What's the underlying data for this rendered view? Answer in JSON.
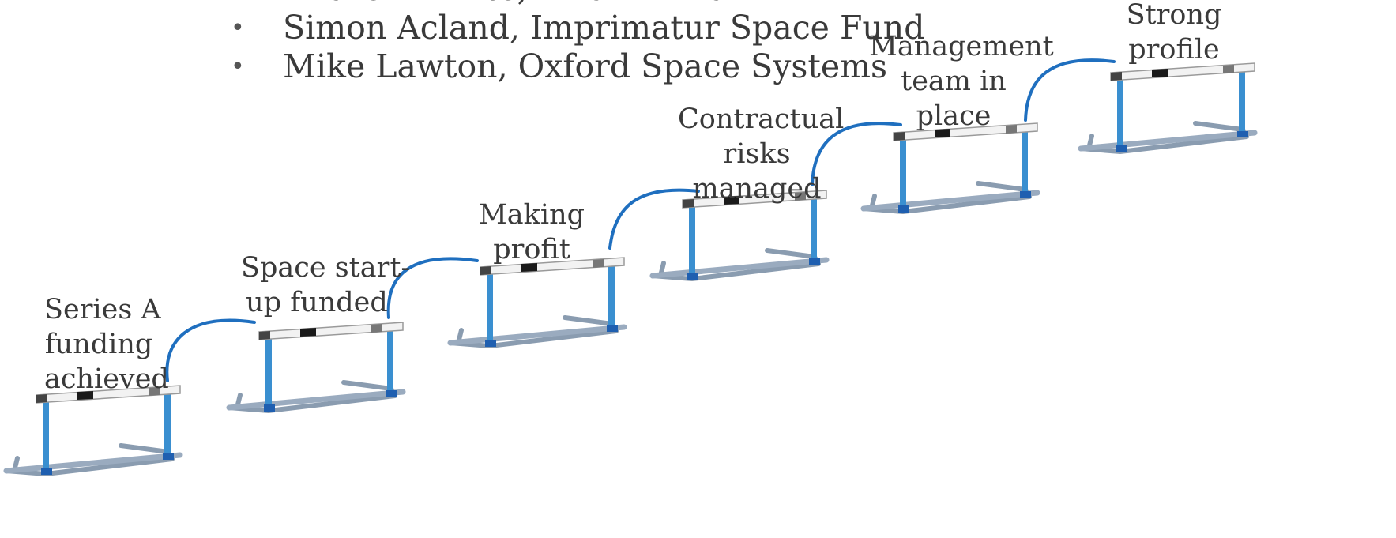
{
  "speakers": [
    "Andrew White, Bird & Bird",
    "Simon Acland, Imprimatur Space Fund",
    "Mike Lawton, Oxford Space Systems"
  ],
  "steps": [
    {
      "lines": [
        "Series A",
        "funding",
        "achieved"
      ]
    },
    {
      "lines": [
        "Space start-",
        "up funded"
      ]
    },
    {
      "lines": [
        "Making",
        "profit"
      ]
    },
    {
      "lines": [
        "Contractual",
        "risks",
        "managed"
      ]
    },
    {
      "lines": [
        "Management",
        "team in",
        "place"
      ]
    },
    {
      "lines": [
        "Strong",
        "profile"
      ]
    }
  ],
  "colors": {
    "arc": "#1f6fbf",
    "post": "#3a8fd0",
    "base": "#8a9cb0",
    "bar": "#f2f2f2",
    "bar_stripe": "#1a1a1a"
  }
}
